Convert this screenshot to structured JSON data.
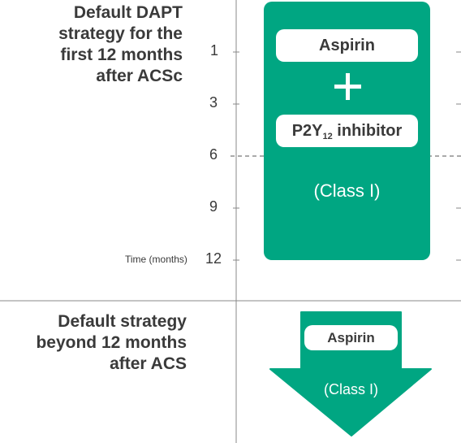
{
  "top_section": {
    "heading_lines": [
      "Default DAPT",
      "strategy for the",
      "first 12 months",
      "after ACSc"
    ],
    "time_ticks": [
      "1",
      "3",
      "6",
      "9",
      "12"
    ],
    "time_axis_label": "Time (months)",
    "box": {
      "drug_1": "Aspirin",
      "drug_2_prefix": "P2Y",
      "drug_2_subscript": "12",
      "drug_2_suffix": " inhibitor",
      "class_label": "(Class I)"
    }
  },
  "bottom_section": {
    "heading_lines": [
      "Default strategy",
      "beyond 12 months",
      "after ACS"
    ],
    "arrow": {
      "drug": "Aspirin",
      "class_label": "(Class I)"
    }
  },
  "colors": {
    "green": "#00a682",
    "text": "#3a3a3a",
    "lines": "#888888"
  },
  "icons": [
    "plus-icon"
  ]
}
